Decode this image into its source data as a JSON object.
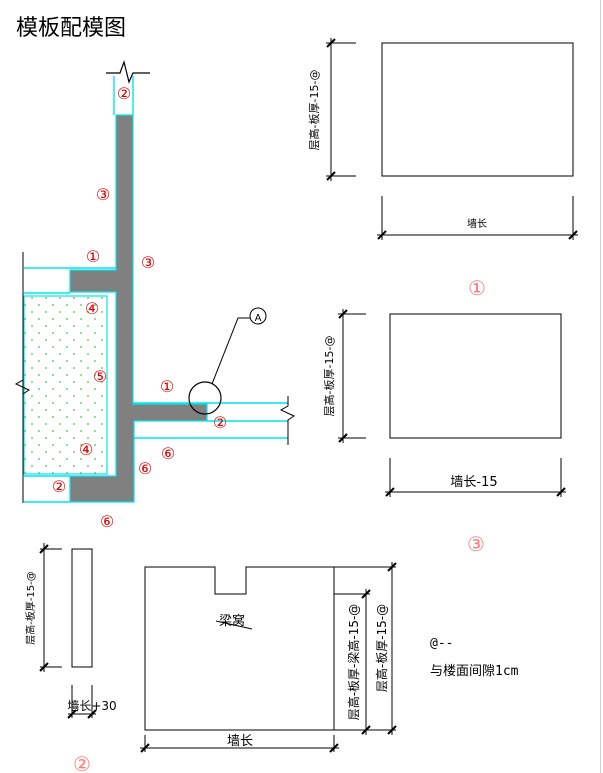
{
  "title": "模板配模图",
  "markers": [
    "①",
    "②",
    "③",
    "④",
    "⑤",
    "⑥"
  ],
  "detail_marker": "A",
  "panel1": {
    "label": "①",
    "width_dim": "墙长",
    "height_dim": "层高-板厚-15-@"
  },
  "panel3": {
    "label": "③",
    "width_dim": "墙长-15",
    "height_dim": "层高-板厚-15-@"
  },
  "panel2": {
    "label": "②",
    "width_dim": "墙长+30",
    "height_dim": "层高-板厚-15-@"
  },
  "wall_panel": {
    "notch_label": "梁窝",
    "width_dim": "墙长",
    "height_dim_1": "层高-板厚-梁高-15-@",
    "height_dim_2": "层高-板厚-15-@"
  },
  "notes": {
    "line1": "@--",
    "line2": "与楼面间隙1cm"
  },
  "colors": {
    "concrete": "#808080",
    "formwork": "#00e5ee",
    "marker": "#e00000",
    "fill_dots": "#3cc83c"
  }
}
